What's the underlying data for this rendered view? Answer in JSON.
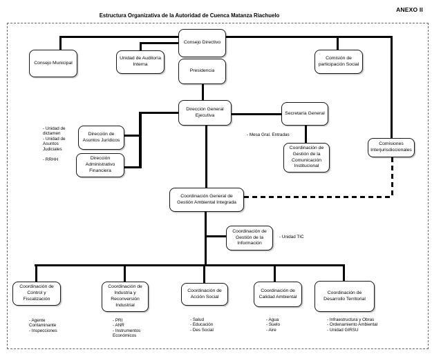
{
  "header": {
    "annex_label": "ANEXO II",
    "title": "Estructura Organizativa de la Autoridad de Cuenca Matanza Riachuelo"
  },
  "nodes": {
    "consejo_directivo": "Consejo Directivo",
    "presidencia": "Presidencia",
    "consejo_municipal": "Consejo Municipal",
    "unidad_auditoria_interna": "Unidad de Auditoría\nInterna",
    "comision_participacion_social": "Comisión de\nparticipación Social",
    "direccion_general_ejecutiva": "Dirección General\nEjecutiva",
    "secretaria_general": "Secretaría General",
    "direccion_asuntos_juridicos": "Dirección de\nAsuntos Jurídicos",
    "direccion_administrativo_financiera": "Dirección\nAdministrativo\nFinanciera",
    "coordinacion_comunicacion_institucional": "Coordinación de\nGestión de la\nComunicación\nInstitucional",
    "comisiones_interjurisdiccionales": "Comisiones\nInterjurisdiccionales",
    "coordinacion_general_gestion_ambiental": "Coordinación General de\nGestión Ambiental Integrada",
    "coordinacion_gestion_informacion": "Coordinación de\nGestión de la\nInformación",
    "coordinacion_control_fiscalizacion": "Coordinación de\nControl y\nFiscalización",
    "coordinacion_industria_reconversion": "Coordinación de\nIndustria y\nReconversión\nIndustrial",
    "coordinacion_accion_social": "Coordinación de\nAcción Social",
    "coordinacion_calidad_ambiental": "Coordinación de\nCalidad Ambiental",
    "coordinacion_desarrollo_territorial": "Coordinación de\nDesarrollo Territorial"
  },
  "annotations": {
    "asuntos_juridicos_units": "- Unidad de\ndictamen\n- Unidad de\nAsuntos\nJudiciales\n\n- RRHH",
    "mesa_entradas": "- Mesa Gral. Entradas",
    "unidad_tic": "- Unidad TIC",
    "control_units": "- Agente\nContaminante\n- Inspecciones",
    "industria_units": "- PRI\n- ANR\n- Instrumentos\nEconómicos",
    "accion_social_units": "- Salud\n- Educación\n- Des Social",
    "calidad_units": "- Agua\n- Suelo\n- Aire",
    "desarrollo_units": "- Infraestructura y Obras\n- Ordenamiento Ambiental\n- Unidad GIRSU"
  },
  "colors": {
    "line": "#000000",
    "background": "#ffffff",
    "box_border": "#151515"
  }
}
